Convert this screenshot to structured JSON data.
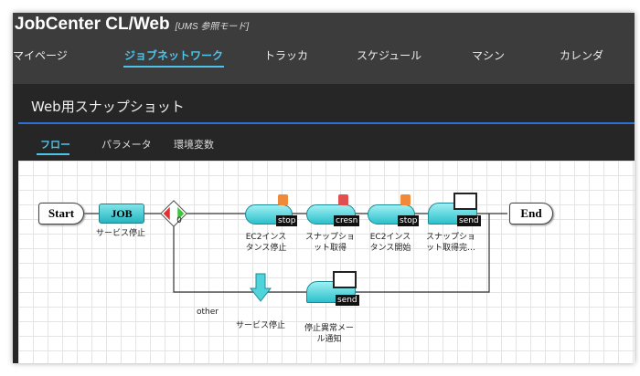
{
  "app": {
    "title": "JobCenter CL/Web",
    "mode": "[UMS 参照モード]"
  },
  "nav": [
    {
      "label": "マイページ"
    },
    {
      "label": "ジョブネットワーク"
    },
    {
      "label": "トラッカ"
    },
    {
      "label": "スケジュール"
    },
    {
      "label": "マシン"
    },
    {
      "label": "カレンダ"
    }
  ],
  "page": {
    "title": "Web用スナップショット"
  },
  "tabs": [
    {
      "label": "フロー"
    },
    {
      "label": "パラメータ"
    },
    {
      "label": "環境変数"
    }
  ],
  "flow": {
    "start": "Start",
    "end": "End",
    "job": {
      "text": "JOB",
      "label": "サービス停止"
    },
    "branch0": "0",
    "branch_other": "other",
    "steps": [
      {
        "tag": "stop",
        "label1": "EC2インス",
        "label2": "タンス停止"
      },
      {
        "tag": "cresn",
        "label1": "スナップショ",
        "label2": "ット取得"
      },
      {
        "tag": "stop",
        "label1": "EC2インス",
        "label2": "タンス開始"
      },
      {
        "tag": "send",
        "label1": "スナップショ",
        "label2": "ット取得完…"
      }
    ],
    "other_job": {
      "label": "サービス停止"
    },
    "other_send": {
      "tag": "send",
      "label1": "停止異常メー",
      "label2": "ル通知"
    }
  }
}
